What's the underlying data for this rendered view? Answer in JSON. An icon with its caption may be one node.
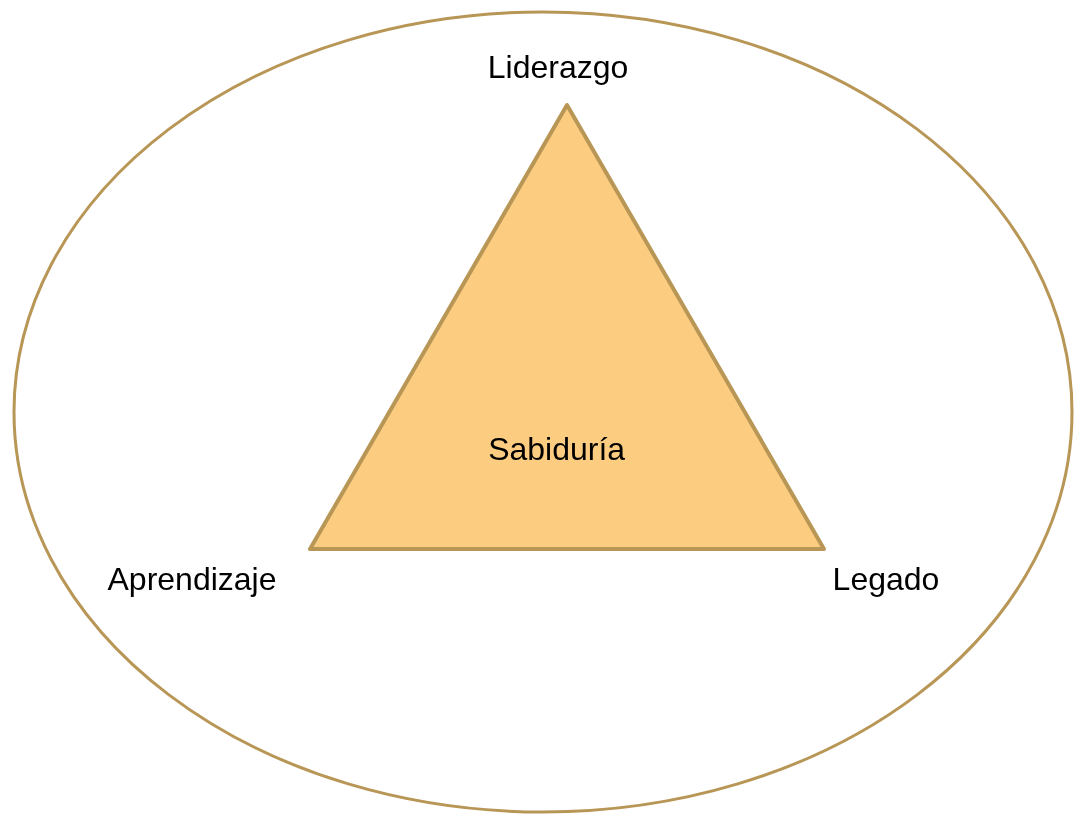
{
  "diagram": {
    "nodes": [
      {
        "text": [],
        "shape": "ellipse"
      },
      {
        "text": [
          "Sabiduría"
        ],
        "in": 0,
        "beside": [
          "Liderazgo",
          "Aprendizaje",
          "Legado"
        ]
      }
    ]
  }
}
